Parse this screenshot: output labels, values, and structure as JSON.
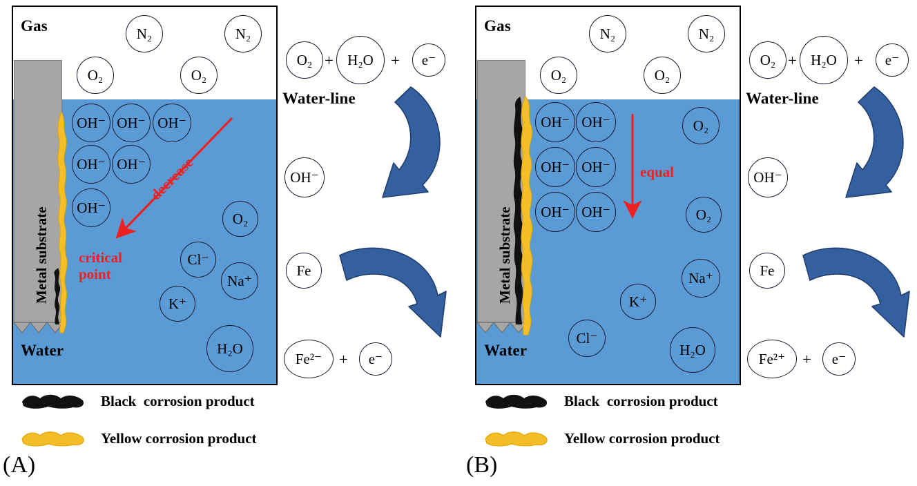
{
  "figure": {
    "type": "schematic-diagram",
    "title": "Water-line corrosion mechanism schematic",
    "colors": {
      "water": "#5b9bd5",
      "metal": "#a6a6a6",
      "yellow_product": "#f5be28",
      "black_product": "#111111",
      "arrow_blue": "#35609f",
      "annotation_red": "#ef2020"
    }
  },
  "panels": [
    {
      "id": "A",
      "label": "(A)",
      "cell": {
        "gas_label": "Gas",
        "water_label": "Water",
        "waterline_label": "Water-line",
        "substrate_label": "Metal substrate"
      },
      "gas_molecules": [
        {
          "text": "N2",
          "label": "N₂"
        },
        {
          "text": "N2",
          "label": "N₂"
        },
        {
          "text": "O2",
          "label": "O₂"
        },
        {
          "text": "O2",
          "label": "O₂"
        }
      ],
      "water_molecules": [
        {
          "label": "OH⁻"
        },
        {
          "label": "OH⁻"
        },
        {
          "label": "OH⁻"
        },
        {
          "label": "OH⁻"
        },
        {
          "label": "OH⁻"
        },
        {
          "label": "OH⁻"
        },
        {
          "label": "O₂"
        },
        {
          "label": "Cl⁻"
        },
        {
          "label": "Na⁺"
        },
        {
          "label": "K⁺"
        },
        {
          "label": "H₂O"
        }
      ],
      "annotations": {
        "gradient_word": "decrease",
        "critical_line1": "critical",
        "critical_line2": "point"
      },
      "reactions": {
        "cathodic_reactants": [
          "O₂",
          "H₂O",
          "e⁻"
        ],
        "cathodic_product": "OH⁻",
        "anodic_reactant": "Fe",
        "anodic_products": [
          "Fe²⁻",
          "e⁻"
        ],
        "plus_sign": "+"
      }
    },
    {
      "id": "B",
      "label": "(B)",
      "cell": {
        "gas_label": "Gas",
        "water_label": "Water",
        "waterline_label": "Water-line",
        "substrate_label": "Metal substrate"
      },
      "gas_molecules": [
        {
          "label": "N₂"
        },
        {
          "label": "N₂"
        },
        {
          "label": "O₂"
        },
        {
          "label": "O₂"
        }
      ],
      "water_molecules": [
        {
          "label": "OH⁻"
        },
        {
          "label": "OH⁻"
        },
        {
          "label": "OH⁻"
        },
        {
          "label": "OH⁻"
        },
        {
          "label": "OH⁻"
        },
        {
          "label": "OH⁻"
        },
        {
          "label": "O₂"
        },
        {
          "label": "O₂"
        },
        {
          "label": "Na⁺"
        },
        {
          "label": "K⁺"
        },
        {
          "label": "Cl⁻"
        },
        {
          "label": "H₂O"
        }
      ],
      "annotations": {
        "gradient_word": "equal"
      },
      "reactions": {
        "cathodic_reactants": [
          "O₂",
          "H₂O",
          "e⁻"
        ],
        "cathodic_product": "OH⁻",
        "anodic_reactant": "Fe",
        "anodic_products": [
          "Fe²⁺",
          "e⁻"
        ],
        "plus_sign": "+"
      }
    }
  ],
  "legend": {
    "items": [
      {
        "swatch": "black-blob",
        "label": "Black  corrosion product"
      },
      {
        "swatch": "yellow-blob",
        "label": "Yellow corrosion product"
      }
    ]
  }
}
